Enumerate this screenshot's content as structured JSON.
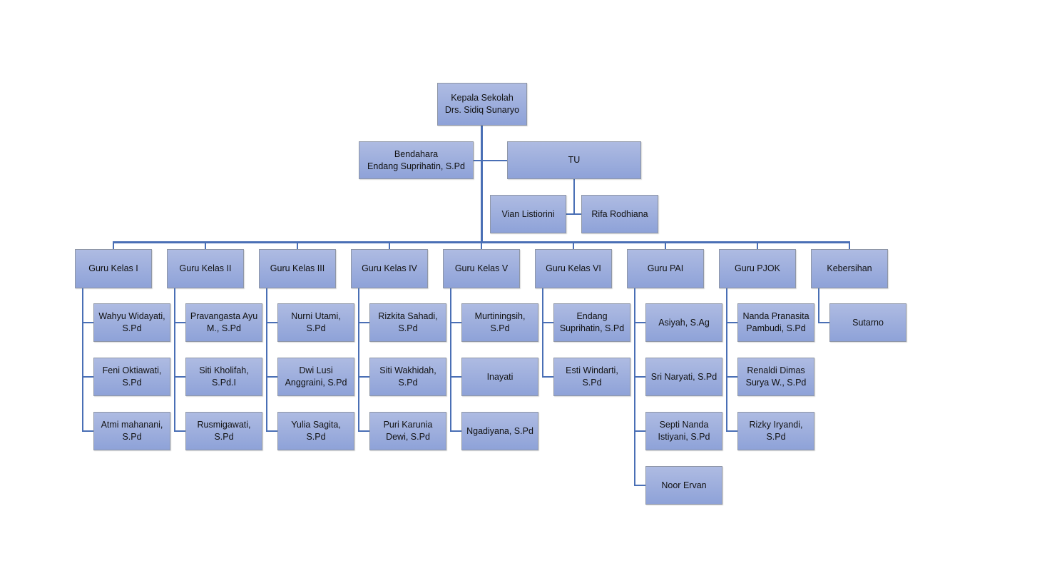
{
  "head": {
    "title": "Kepala Sekolah",
    "name": "Drs. Sidiq Sunaryo"
  },
  "bendahara": {
    "title": "Bendahara",
    "name": "Endang Suprihatin, S.Pd"
  },
  "tu": {
    "title": "TU",
    "members": [
      "Vian Listiorini",
      "Rifa Rodhiana"
    ]
  },
  "groups": [
    {
      "title": "Guru Kelas I",
      "members": [
        "Wahyu Widayati, S.Pd",
        "Feni Oktiawati, S.Pd",
        "Atmi mahanani, S.Pd"
      ]
    },
    {
      "title": "Guru Kelas II",
      "members": [
        "Pravangasta Ayu M., S.Pd",
        "Siti Kholifah, S.Pd.I",
        "Rusmigawati, S.Pd"
      ]
    },
    {
      "title": "Guru Kelas III",
      "members": [
        "Nurni Utami, S.Pd",
        "Dwi Lusi Anggraini, S.Pd",
        "Yulia Sagita, S.Pd"
      ]
    },
    {
      "title": "Guru Kelas IV",
      "members": [
        "Rizkita Sahadi, S.Pd",
        "Siti Wakhidah, S.Pd",
        "Puri Karunia Dewi, S.Pd"
      ]
    },
    {
      "title": "Guru Kelas V",
      "members": [
        "Murtiningsih, S.Pd",
        "Inayati",
        "Ngadiyana, S.Pd"
      ]
    },
    {
      "title": "Guru Kelas VI",
      "members": [
        "Endang Suprihatin, S.Pd",
        "Esti Windarti, S.Pd"
      ]
    },
    {
      "title": "Guru PAI",
      "members": [
        "Asiyah, S.Ag",
        "Sri Naryati, S.Pd",
        "Septi Nanda Istiyani, S.Pd",
        "Noor Ervan"
      ]
    },
    {
      "title": "Guru PJOK",
      "members": [
        "Nanda Pranasita Pambudi, S.Pd",
        "Renaldi Dimas Surya W., S.Pd",
        "Rizky Iryandi, S.Pd"
      ]
    },
    {
      "title": "Kebersihan",
      "members": [
        "Sutarno"
      ]
    }
  ]
}
